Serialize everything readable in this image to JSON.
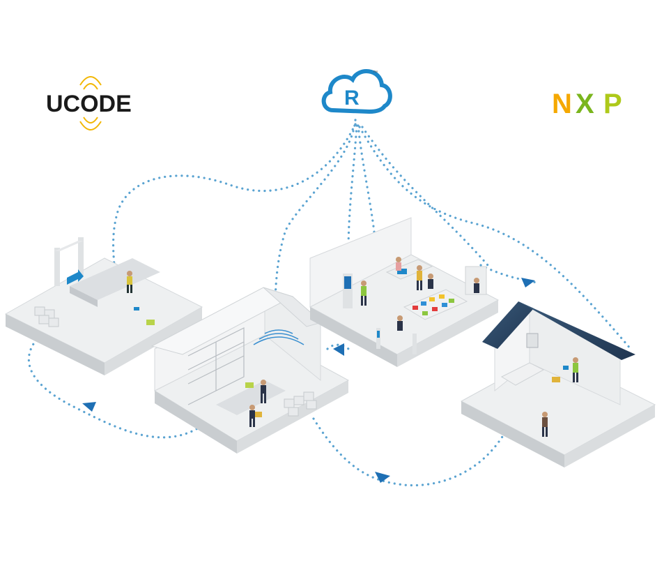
{
  "logos": {
    "ucode": {
      "text": "UCODE",
      "color": "#1a1a1a",
      "wave_color": "#f2b705"
    },
    "cloud": {
      "letter": "R",
      "tm": "™",
      "color": "#1e88c9"
    },
    "nxp": {
      "text_n": "N",
      "text_x": "X",
      "text_p": "P",
      "colors": [
        "#f5a800",
        "#7ab51d",
        "#aec91a"
      ]
    }
  },
  "colors": {
    "dots": "#5aa3d1",
    "arrows": "#1e6fb4",
    "platform_top": "#eef0f1",
    "platform_side": "#c9cdd0",
    "wall": "#f4f5f6",
    "accent_green": "#8cc63f",
    "accent_yellow": "#e9c23b"
  },
  "scenes": [
    {
      "id": "factory",
      "icon": "conveyor-gate-icon"
    },
    {
      "id": "warehouse",
      "icon": "warehouse-icon"
    },
    {
      "id": "retail-store",
      "icon": "store-icon"
    },
    {
      "id": "home",
      "icon": "house-icon"
    }
  ]
}
